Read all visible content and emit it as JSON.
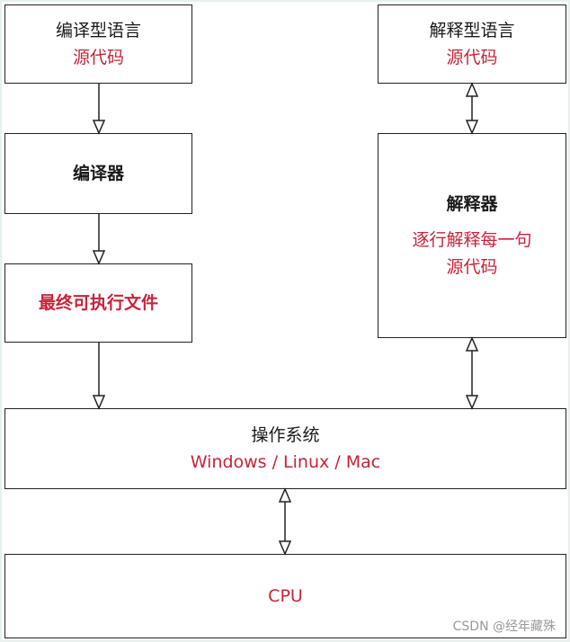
{
  "compiled_lang": {
    "title": "编译型语言",
    "subtitle": "源代码"
  },
  "interpreted_lang": {
    "title": "解释型语言",
    "subtitle": "源代码"
  },
  "compiler": {
    "title": "编译器"
  },
  "executable": {
    "title": "最终可执行文件"
  },
  "interpreter": {
    "title": "解释器",
    "line1": "逐行解释每一句",
    "line2": "源代码"
  },
  "os": {
    "title": "操作系统",
    "subtitle": "Windows / Linux / Mac"
  },
  "cpu": {
    "title": "CPU"
  },
  "watermark": "CSDN @经年藏殊",
  "colors": {
    "accent_red": "#c8233a",
    "text": "#1a1a1a",
    "border": "#222222"
  }
}
